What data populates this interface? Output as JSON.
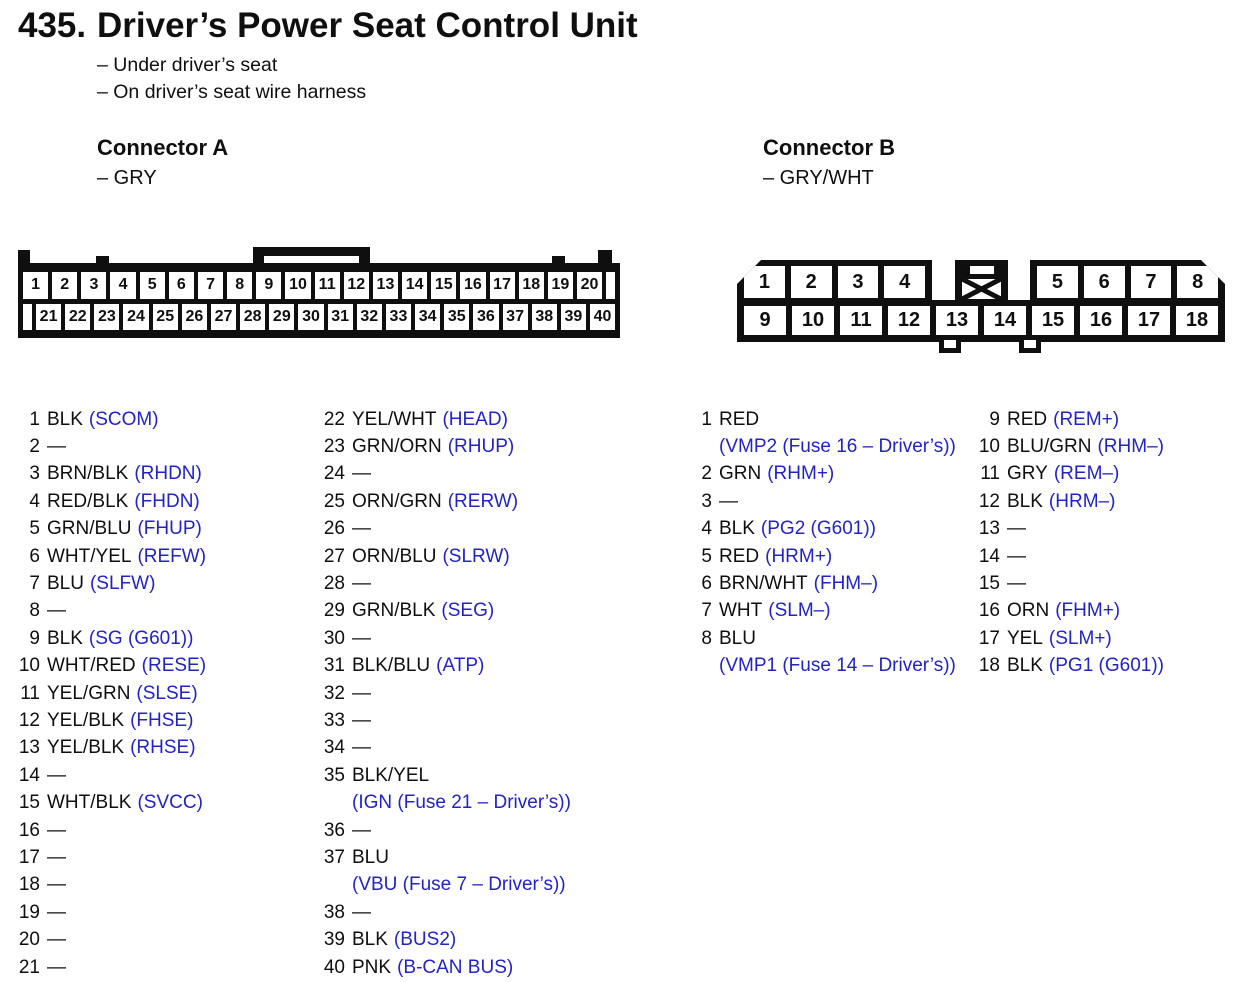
{
  "colors": {
    "ink": "#0f0f0f",
    "function_blue": "#2323c0",
    "housing_fill": "#ffffff"
  },
  "header": {
    "number": "435.",
    "title": "Driver’s Power Seat Control Unit",
    "locations": [
      "– Under driver’s seat",
      "– On driver’s seat wire harness"
    ]
  },
  "connector_a": {
    "heading": "Connector A",
    "housing_color": "– GRY",
    "diagram": {
      "top_row": [
        "1",
        "2",
        "3",
        "4",
        "5",
        "6",
        "7",
        "8",
        "9",
        "10",
        "11",
        "12",
        "13",
        "14",
        "15",
        "16",
        "17",
        "18",
        "19",
        "20"
      ],
      "bottom_row": [
        "21",
        "22",
        "23",
        "24",
        "25",
        "26",
        "27",
        "28",
        "29",
        "30",
        "31",
        "32",
        "33",
        "34",
        "35",
        "36",
        "37",
        "38",
        "39",
        "40"
      ]
    },
    "pins_col1": [
      {
        "num": "1",
        "wire": "BLK",
        "fn": "(SCOM)"
      },
      {
        "num": "2",
        "wire": "—"
      },
      {
        "num": "3",
        "wire": "BRN/BLK",
        "fn": "(RHDN)"
      },
      {
        "num": "4",
        "wire": "RED/BLK",
        "fn": "(FHDN)"
      },
      {
        "num": "5",
        "wire": "GRN/BLU",
        "fn": "(FHUP)"
      },
      {
        "num": "6",
        "wire": "WHT/YEL",
        "fn": "(REFW)"
      },
      {
        "num": "7",
        "wire": "BLU",
        "fn": "(SLFW)"
      },
      {
        "num": "8",
        "wire": "—"
      },
      {
        "num": "9",
        "wire": "BLK",
        "fn": "(SG (G601))"
      },
      {
        "num": "10",
        "wire": "WHT/RED",
        "fn": "(RESE)"
      },
      {
        "num": "11",
        "wire": "YEL/GRN",
        "fn": "(SLSE)"
      },
      {
        "num": "12",
        "wire": "YEL/BLK",
        "fn": "(FHSE)"
      },
      {
        "num": "13",
        "wire": "YEL/BLK",
        "fn": "(RHSE)"
      },
      {
        "num": "14",
        "wire": "—"
      },
      {
        "num": "15",
        "wire": "WHT/BLK",
        "fn": "(SVCC)"
      },
      {
        "num": "16",
        "wire": "—"
      },
      {
        "num": "17",
        "wire": "—"
      },
      {
        "num": "18",
        "wire": "—"
      },
      {
        "num": "19",
        "wire": "—"
      },
      {
        "num": "20",
        "wire": "—"
      },
      {
        "num": "21",
        "wire": "—"
      }
    ],
    "pins_col2": [
      {
        "num": "22",
        "wire": "YEL/WHT",
        "fn": "(HEAD)"
      },
      {
        "num": "23",
        "wire": "GRN/ORN",
        "fn": "(RHUP)"
      },
      {
        "num": "24",
        "wire": "—"
      },
      {
        "num": "25",
        "wire": "ORN/GRN",
        "fn": "(RERW)"
      },
      {
        "num": "26",
        "wire": "—"
      },
      {
        "num": "27",
        "wire": "ORN/BLU",
        "fn": "(SLRW)"
      },
      {
        "num": "28",
        "wire": "—"
      },
      {
        "num": "29",
        "wire": "GRN/BLK",
        "fn": "(SEG)"
      },
      {
        "num": "30",
        "wire": "—"
      },
      {
        "num": "31",
        "wire": "BLK/BLU",
        "fn": "(ATP)"
      },
      {
        "num": "32",
        "wire": "—"
      },
      {
        "num": "33",
        "wire": "—"
      },
      {
        "num": "34",
        "wire": "—"
      },
      {
        "num": "35",
        "wire": "BLK/YEL",
        "cont": "(IGN (Fuse 21 – Driver’s))"
      },
      {
        "num": "36",
        "wire": "—"
      },
      {
        "num": "37",
        "wire": "BLU",
        "cont": "(VBU (Fuse 7 – Driver’s))"
      },
      {
        "num": "38",
        "wire": "—"
      },
      {
        "num": "39",
        "wire": "BLK",
        "fn": "(BUS2)"
      },
      {
        "num": "40",
        "wire": "PNK",
        "fn": "(B-CAN BUS)"
      }
    ]
  },
  "connector_b": {
    "heading": "Connector B",
    "housing_color": "– GRY/WHT",
    "diagram": {
      "top_row_left": [
        "1",
        "2",
        "3",
        "4"
      ],
      "top_row_right": [
        "5",
        "6",
        "7",
        "8"
      ],
      "bottom_row": [
        "9",
        "10",
        "11",
        "12",
        "13",
        "14",
        "15",
        "16",
        "17",
        "18"
      ],
      "blocked_cavity": "X"
    },
    "pins_col1": [
      {
        "num": "1",
        "wire": "RED",
        "cont": "(VMP2 (Fuse 16 – Driver’s))"
      },
      {
        "num": "2",
        "wire": "GRN",
        "fn": "(RHM+)"
      },
      {
        "num": "3",
        "wire": "—"
      },
      {
        "num": "4",
        "wire": "BLK",
        "fn": "(PG2 (G601))"
      },
      {
        "num": "5",
        "wire": "RED",
        "fn": "(HRM+)"
      },
      {
        "num": "6",
        "wire": "BRN/WHT",
        "fn": "(FHM–)"
      },
      {
        "num": "7",
        "wire": "WHT",
        "fn": "(SLM–)"
      },
      {
        "num": "8",
        "wire": "BLU",
        "cont": "(VMP1 (Fuse 14 – Driver’s))"
      }
    ],
    "pins_col2": [
      {
        "num": "9",
        "wire": "RED",
        "fn": "(REM+)"
      },
      {
        "num": "10",
        "wire": "BLU/GRN",
        "fn": "(RHM–)"
      },
      {
        "num": "11",
        "wire": "GRY",
        "fn": "(REM–)"
      },
      {
        "num": "12",
        "wire": "BLK",
        "fn": "(HRM–)"
      },
      {
        "num": "13",
        "wire": "—"
      },
      {
        "num": "14",
        "wire": "—"
      },
      {
        "num": "15",
        "wire": "—"
      },
      {
        "num": "16",
        "wire": "ORN",
        "fn": "(FHM+)"
      },
      {
        "num": "17",
        "wire": "YEL",
        "fn": "(SLM+)"
      },
      {
        "num": "18",
        "wire": "BLK",
        "fn": "(PG1 (G601))"
      }
    ]
  }
}
